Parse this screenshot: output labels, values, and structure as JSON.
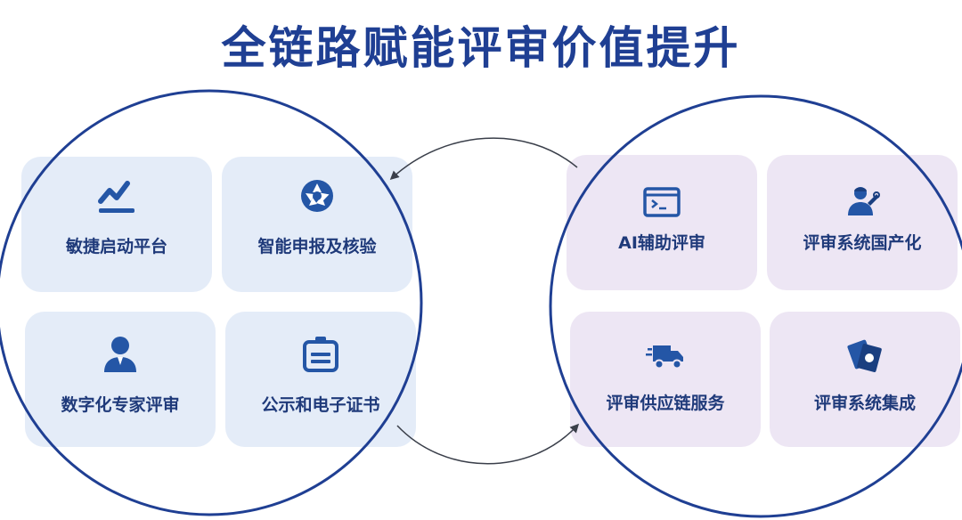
{
  "title": "全链路赋能评审价值提升",
  "left_group": {
    "cards": [
      {
        "label": "敏捷启动平台",
        "icon": "trend-chart-icon"
      },
      {
        "label": "智能申报及核验",
        "icon": "aperture-icon"
      },
      {
        "label": "数字化专家评审",
        "icon": "expert-person-icon"
      },
      {
        "label": "公示和电子证书",
        "icon": "id-badge-icon"
      }
    ]
  },
  "right_group": {
    "cards": [
      {
        "label": "AI辅助评审",
        "icon": "terminal-icon"
      },
      {
        "label": "评审系统国产化",
        "icon": "engineer-icon"
      },
      {
        "label": "评审供应链服务",
        "icon": "delivery-truck-icon"
      },
      {
        "label": "评审系统集成",
        "icon": "integration-cards-icon"
      }
    ]
  },
  "colors": {
    "title": "#1f3f93",
    "circle": "#1f3f93",
    "icon": "#2456a6",
    "card_left": "#e4ecf8",
    "card_right": "#ede6f4",
    "arrow": "#3a3f4a"
  }
}
